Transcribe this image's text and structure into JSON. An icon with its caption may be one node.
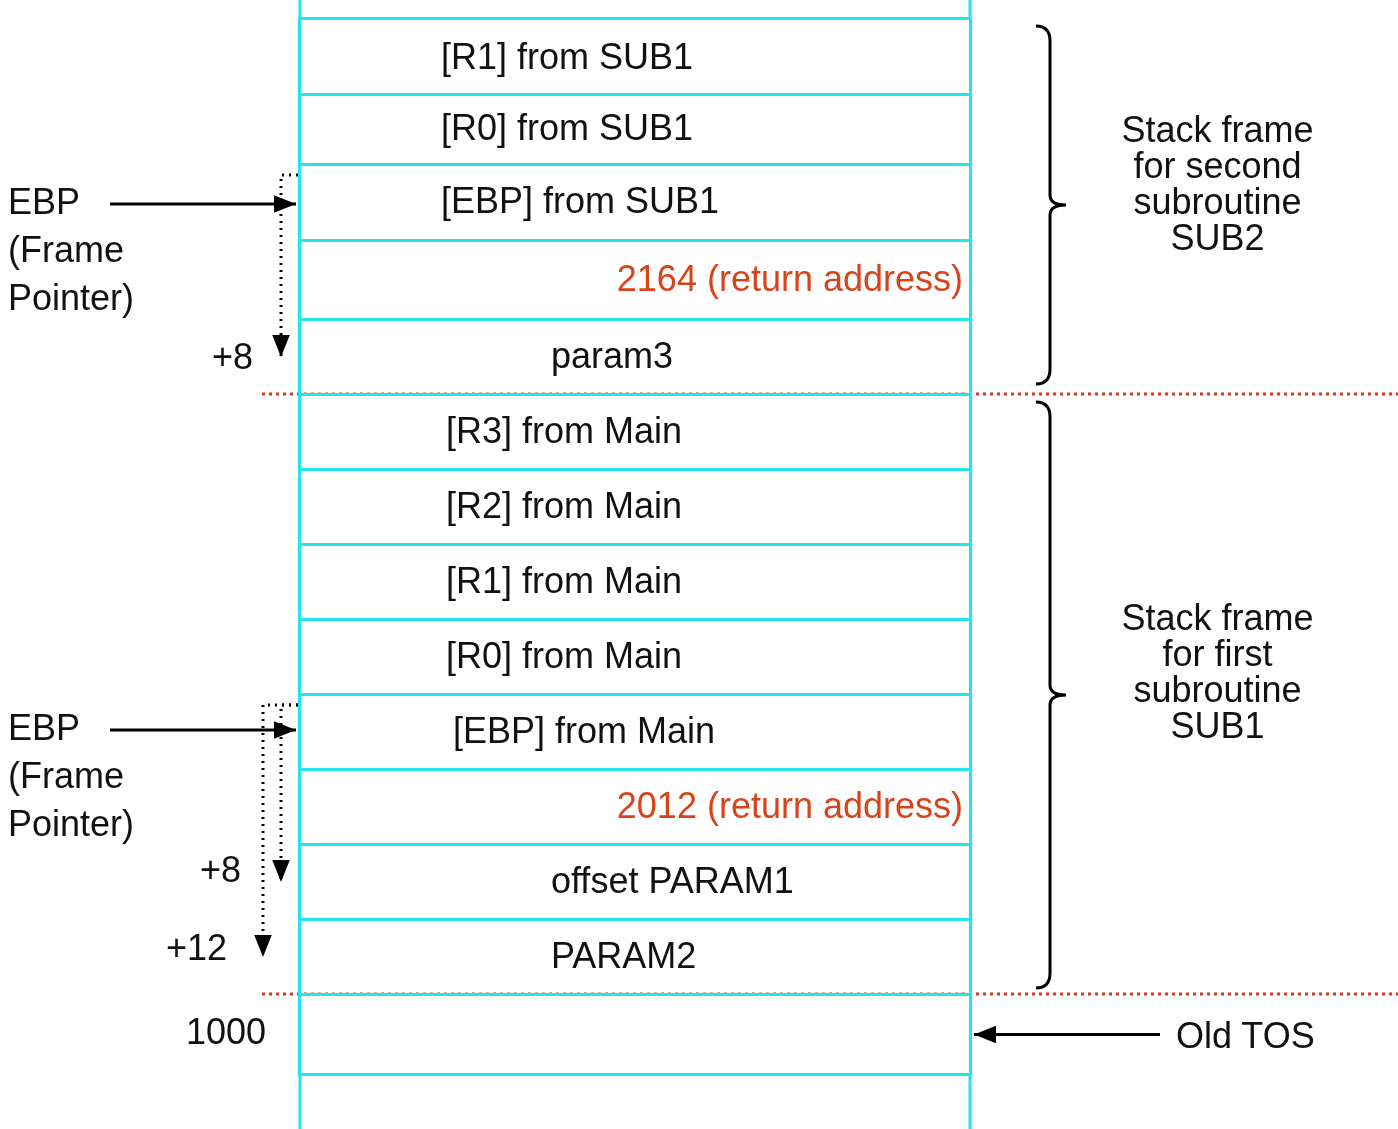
{
  "diagram": {
    "nodes": [
      {
        "text": [
          "[R1] from SUB1"
        ]
      },
      {
        "text": [
          "[R0] from SUB1"
        ]
      },
      {
        "text": [
          "[EBP] from SUB1"
        ]
      },
      {
        "text": [
          "2164 (return address)"
        ]
      },
      {
        "text": [
          "param3"
        ]
      },
      {
        "text": [
          "[R3] from Main"
        ]
      },
      {
        "text": [
          "[R2] from Main"
        ]
      },
      {
        "text": [
          "[R1] from Main"
        ]
      },
      {
        "text": [
          "[R0] from Main"
        ]
      },
      {
        "text": [
          "[EBP] from Main"
        ]
      },
      {
        "text": [
          "2012 (return address)"
        ]
      },
      {
        "text": [
          "offset PARAM1"
        ]
      },
      {
        "text": [
          "PARAM2"
        ]
      },
      {
        "text": [],
        "shape": "box",
        "beside": [
          "1000"
        ]
      },
      {
        "text": [
          "EBP (Frame Pointer)"
        ]
      },
      {
        "text": [
          "EBP (Frame Pointer)"
        ]
      },
      {
        "text": [
          "Old TOS"
        ]
      }
    ],
    "edges": [
      {
        "from": 14,
        "to": 2,
        "arrow": "to"
      },
      {
        "from": 2,
        "to": 4,
        "arrow": "to",
        "style": "dashed",
        "label": "+8"
      },
      {
        "from": 15,
        "to": 9,
        "arrow": "to"
      },
      {
        "from": 9,
        "to": 11,
        "arrow": "to",
        "style": "dashed",
        "label": "+8"
      },
      {
        "from": 9,
        "to": 12,
        "arrow": "to",
        "style": "dashed",
        "label": "+12"
      },
      {
        "from": 16,
        "to": 13,
        "arrow": "to"
      }
    ],
    "labels": [
      "Stack frame for second subroutine SUB2",
      "Stack frame for first subroutine SUB1"
    ]
  }
}
